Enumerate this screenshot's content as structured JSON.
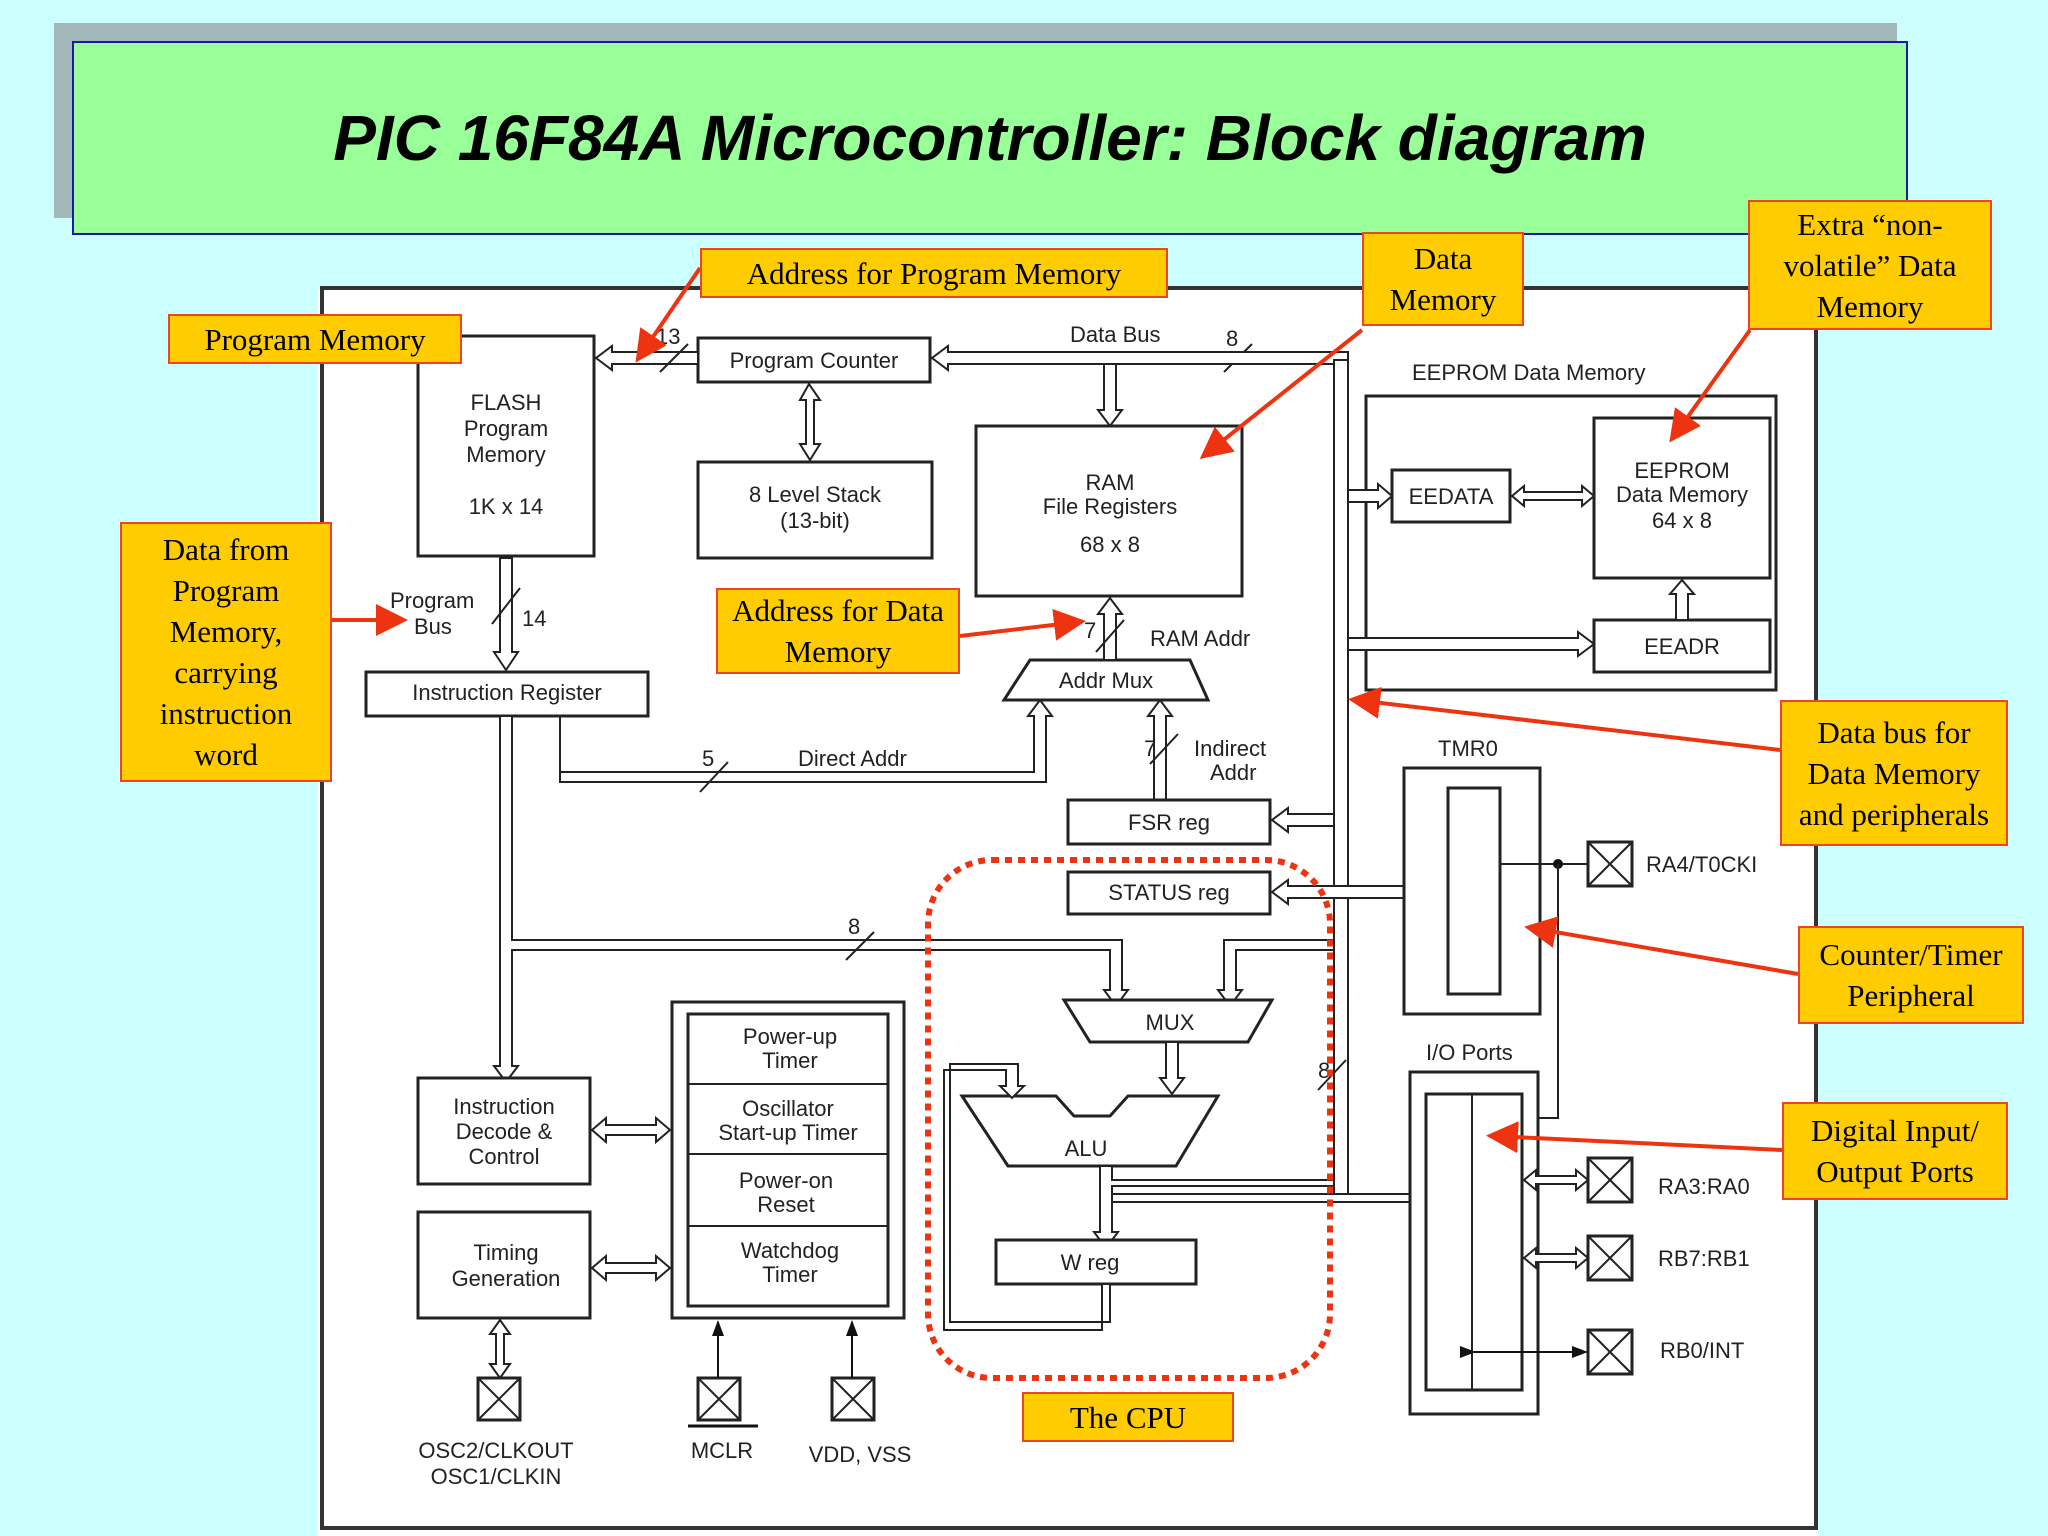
{
  "title": "PIC 16F84A Microcontroller: Block diagram",
  "colors": {
    "background": "#ccffff",
    "title_fill": "#99ff99",
    "title_border": "#1a1aa6",
    "callout_fill": "#ffcc00",
    "callout_border": "#ee4422",
    "arrow": "#ee3311"
  },
  "blocks": {
    "flash": [
      "FLASH",
      "Program",
      "Memory",
      "1K x 14"
    ],
    "program_counter": "Program Counter",
    "stack": [
      "8 Level Stack",
      "(13-bit)"
    ],
    "ram": [
      "RAM",
      "File Registers",
      "68 x 8"
    ],
    "eeprom_group": "EEPROM Data Memory",
    "eedata": "EEDATA",
    "eeprom": [
      "EEPROM",
      "Data Memory",
      "64 x 8"
    ],
    "eeadr": "EEADR",
    "instruction_register": "Instruction Register",
    "addr_mux": "Addr Mux",
    "fsr": "FSR reg",
    "status": "STATUS reg",
    "tmr0": "TMR0",
    "mux": "MUX",
    "alu": "ALU",
    "wreg": "W reg",
    "io_ports": "I/O Ports",
    "decode": [
      "Instruction",
      "Decode &",
      "Control"
    ],
    "timing": [
      "Timing",
      "Generation"
    ],
    "power_up": [
      "Power-up",
      "Timer"
    ],
    "osc_startup": [
      "Oscillator",
      "Start-up Timer"
    ],
    "power_on": [
      "Power-on",
      "Reset"
    ],
    "watchdog": [
      "Watchdog",
      "Timer"
    ]
  },
  "bus_labels": {
    "data_bus": "Data Bus",
    "data_bus_width": "8",
    "pc_width": "13",
    "program_bus": [
      "Program",
      "Bus"
    ],
    "program_bus_width": "14",
    "ram_addr": "RAM Addr",
    "ram_addr_width": "7",
    "direct_addr": "Direct Addr",
    "direct_addr_width": "5",
    "indirect_addr": [
      "Indirect",
      "Addr"
    ],
    "indirect_addr_width": "7",
    "ir_to_mux_width": "8",
    "alu_bus_width": "8"
  },
  "pins": {
    "osc": [
      "OSC2/CLKOUT",
      "OSC1/CLKIN"
    ],
    "mclr": "MCLR",
    "vdd": "VDD, VSS",
    "ra4": "RA4/T0CKI",
    "ra3": "RA3:RA0",
    "rb7": "RB7:RB1",
    "rb0": "RB0/INT"
  },
  "callouts": {
    "program_memory": "Program Memory",
    "address_program_memory": "Address for Program Memory",
    "data_memory": "Data\nMemory",
    "non_volatile": "Extra “non-\nvolatile” Data\nMemory",
    "data_from_program": "Data from\nProgram\nMemory,\ncarrying\ninstruction\nword",
    "address_data_memory": "Address for Data\nMemory",
    "data_bus_peripherals": "Data bus for\nData Memory\nand peripherals",
    "counter_timer": "Counter/Timer\nPeripheral",
    "digital_io": "Digital Input/\nOutput Ports",
    "cpu": "The CPU"
  }
}
